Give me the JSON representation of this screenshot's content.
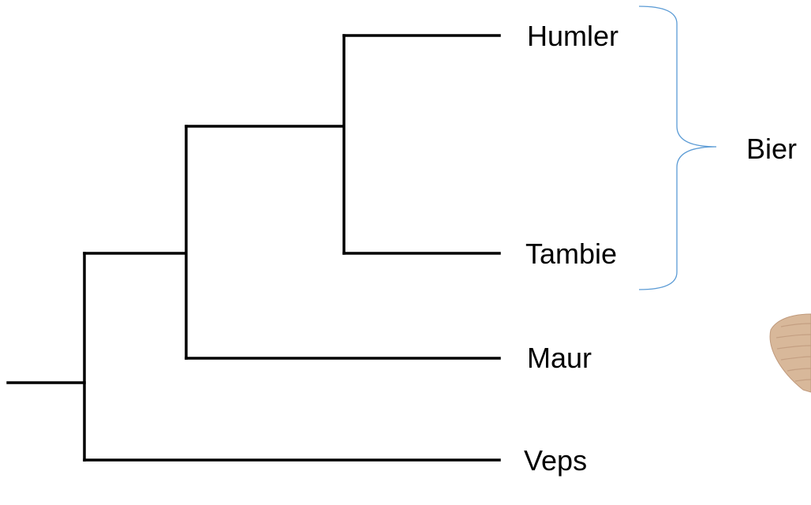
{
  "tree": {
    "leaves": [
      "Humler",
      "Tambie",
      "Maur",
      "Veps"
    ],
    "clade_label": "Bier",
    "colors": {
      "branch": "#000000",
      "brace": "#5b9bd5",
      "background": "#ffffff"
    }
  },
  "decor": {
    "image_name": "beetle-image-partial"
  }
}
